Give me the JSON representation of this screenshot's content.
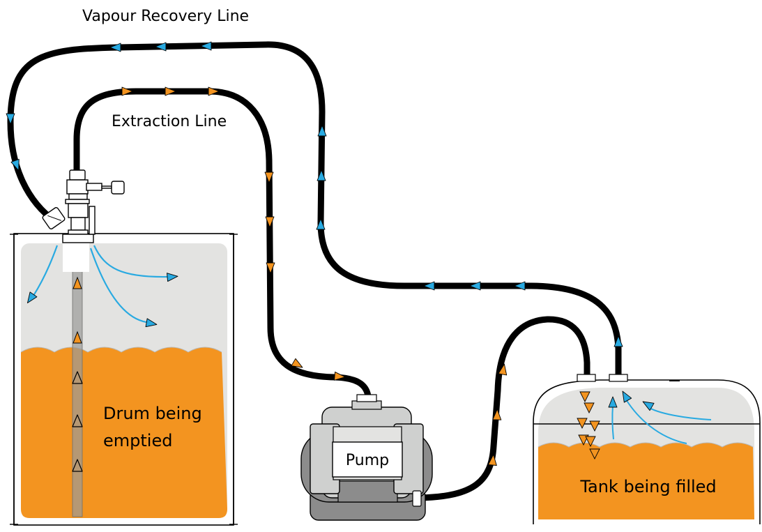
{
  "labels": {
    "vapour_line": "Vapour Recovery Line",
    "extraction_line": "Extraction Line",
    "drum_line1": "Drum being",
    "drum_line2": "emptied",
    "pump": "Pump",
    "tank": "Tank being filled"
  },
  "colors": {
    "liquid": "#f39420",
    "vapour_space": "#e3e3e1",
    "vapour_arrow": "#29aae1",
    "liquid_arrow": "#f39420",
    "hose": "#000000",
    "pump_body": "#cfd0cf",
    "pump_dark": "#8c8c8c"
  },
  "icons": [
    "blue-vapour-arrow-icon",
    "orange-liquid-arrow-icon"
  ]
}
